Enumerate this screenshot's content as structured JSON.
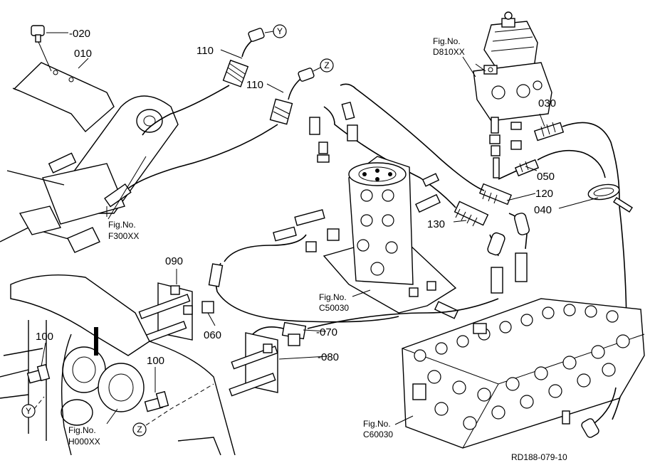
{
  "diagram": {
    "reference": "RD188-079-10",
    "part_labels": {
      "p020": "020",
      "p010": "010",
      "p110a": "110",
      "p110b": "110",
      "p030": "030",
      "p050": "050",
      "p120": "120",
      "p040": "040",
      "p130": "130",
      "p090": "090",
      "p060": "060",
      "p070": "070",
      "p080": "080",
      "p100a": "100",
      "p100b": "100"
    },
    "dash_prefix": "-",
    "callouts": {
      "y_top": "Y",
      "z_top": "Z",
      "y_bottom": "Y",
      "z_bottom": "Z"
    },
    "figure_refs": {
      "d810": {
        "title": "Fig.No.",
        "code": "D810XX"
      },
      "f300": {
        "title": "Fig.No.",
        "code": "F300XX"
      },
      "c50": {
        "title": "Fig.No.",
        "code": "C50030"
      },
      "h000": {
        "title": "Fig.No.",
        "code": "H000XX"
      },
      "c60": {
        "title": "Fig.No.",
        "code": "C60030"
      }
    }
  }
}
